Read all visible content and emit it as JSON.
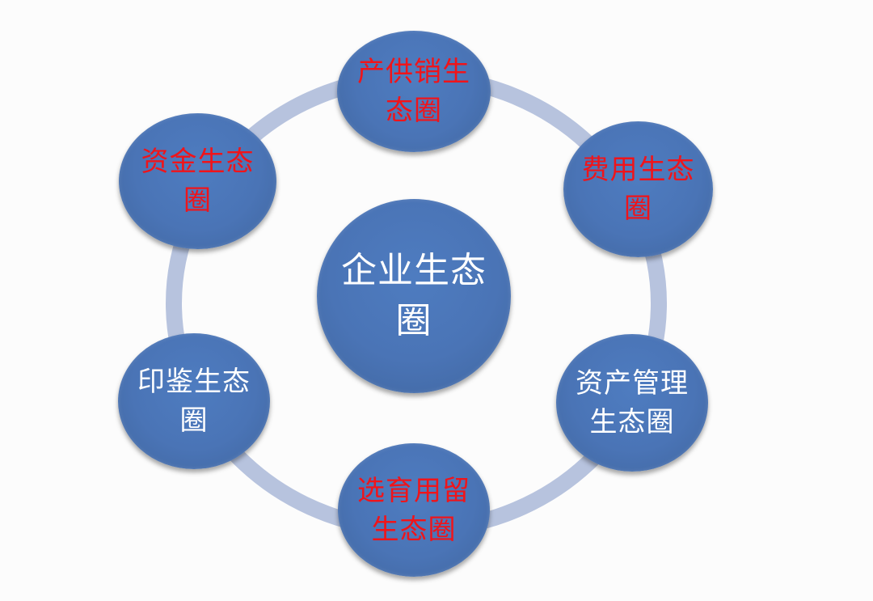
{
  "center": {
    "label": "企业生态圈"
  },
  "nodes": [
    {
      "id": "top",
      "label": "产供销生态圈",
      "color": "#f0141a"
    },
    {
      "id": "top-right",
      "label": "费用生态圈",
      "color": "#f0141a"
    },
    {
      "id": "bottom-right",
      "label": "资产管理生态圈",
      "color": "#ffffff"
    },
    {
      "id": "bottom",
      "label": "选育用留生态圈",
      "color": "#f0141a"
    },
    {
      "id": "bottom-left",
      "label": "印鉴生态圈",
      "color": "#ffffff"
    },
    {
      "id": "top-left",
      "label": "资金生态圈",
      "color": "#f0141a"
    }
  ],
  "colors": {
    "node_fill": "#4a74b6",
    "ring": "#b7c3de",
    "highlight_text": "#f0141a",
    "plain_text": "#ffffff"
  }
}
